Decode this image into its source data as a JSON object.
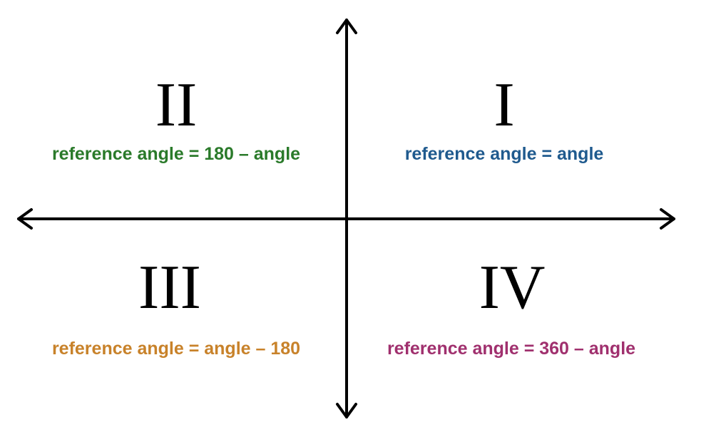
{
  "colors": {
    "axis": "#000000",
    "numeral": "#000000",
    "q1": "#1f5a8e",
    "q2": "#2a7a2a",
    "q3": "#c8822a",
    "q4": "#a0306e"
  },
  "quadrants": {
    "q1": {
      "numeral": "I",
      "formula": "reference angle = angle"
    },
    "q2": {
      "numeral": "II",
      "formula": "reference angle = 180 – angle"
    },
    "q3": {
      "numeral": "III",
      "formula": "reference angle = angle – 180"
    },
    "q4": {
      "numeral": "IV",
      "formula": "reference angle = 360 – angle"
    }
  }
}
